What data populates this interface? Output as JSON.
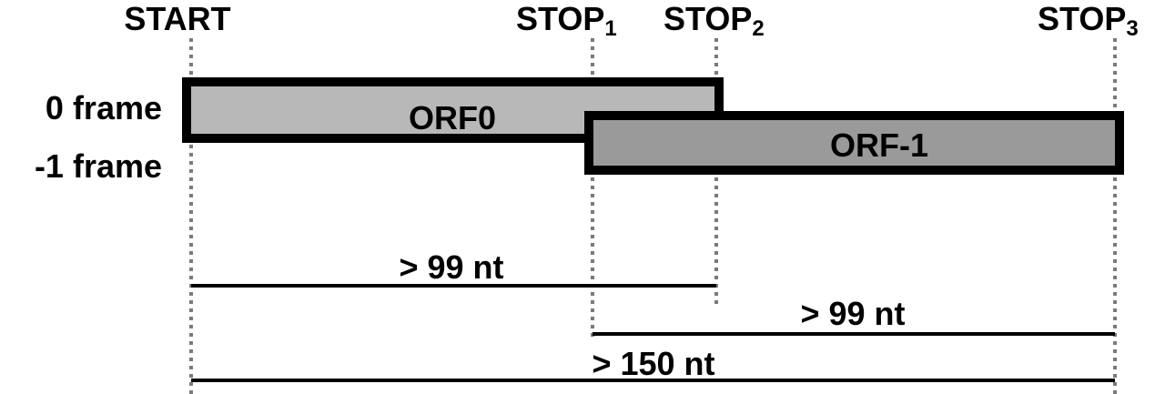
{
  "markers": [
    {
      "id": "start",
      "label": "START",
      "subscript": ""
    },
    {
      "id": "stop1",
      "label": "STOP",
      "subscript": "1"
    },
    {
      "id": "stop2",
      "label": "STOP",
      "subscript": "2"
    },
    {
      "id": "stop3",
      "label": "STOP",
      "subscript": "3"
    }
  ],
  "frames": [
    {
      "id": "frame0",
      "label": "0 frame"
    },
    {
      "id": "frame-1",
      "label": "-1 frame"
    }
  ],
  "orfs": [
    {
      "id": "orf0",
      "label": "ORF0",
      "fill": "#b8b8b8"
    },
    {
      "id": "orf-1",
      "label": "ORF-1",
      "fill": "#9a9a9a"
    }
  ],
  "lengths": [
    {
      "id": "span-orf0",
      "label": "> 99 nt"
    },
    {
      "id": "span-orf-1",
      "label": "> 99 nt"
    },
    {
      "id": "span-total",
      "label": "> 150 nt"
    }
  ],
  "colors": {
    "box_stroke": "#000000",
    "guide": "#7a7a7a",
    "text": "#000000"
  }
}
